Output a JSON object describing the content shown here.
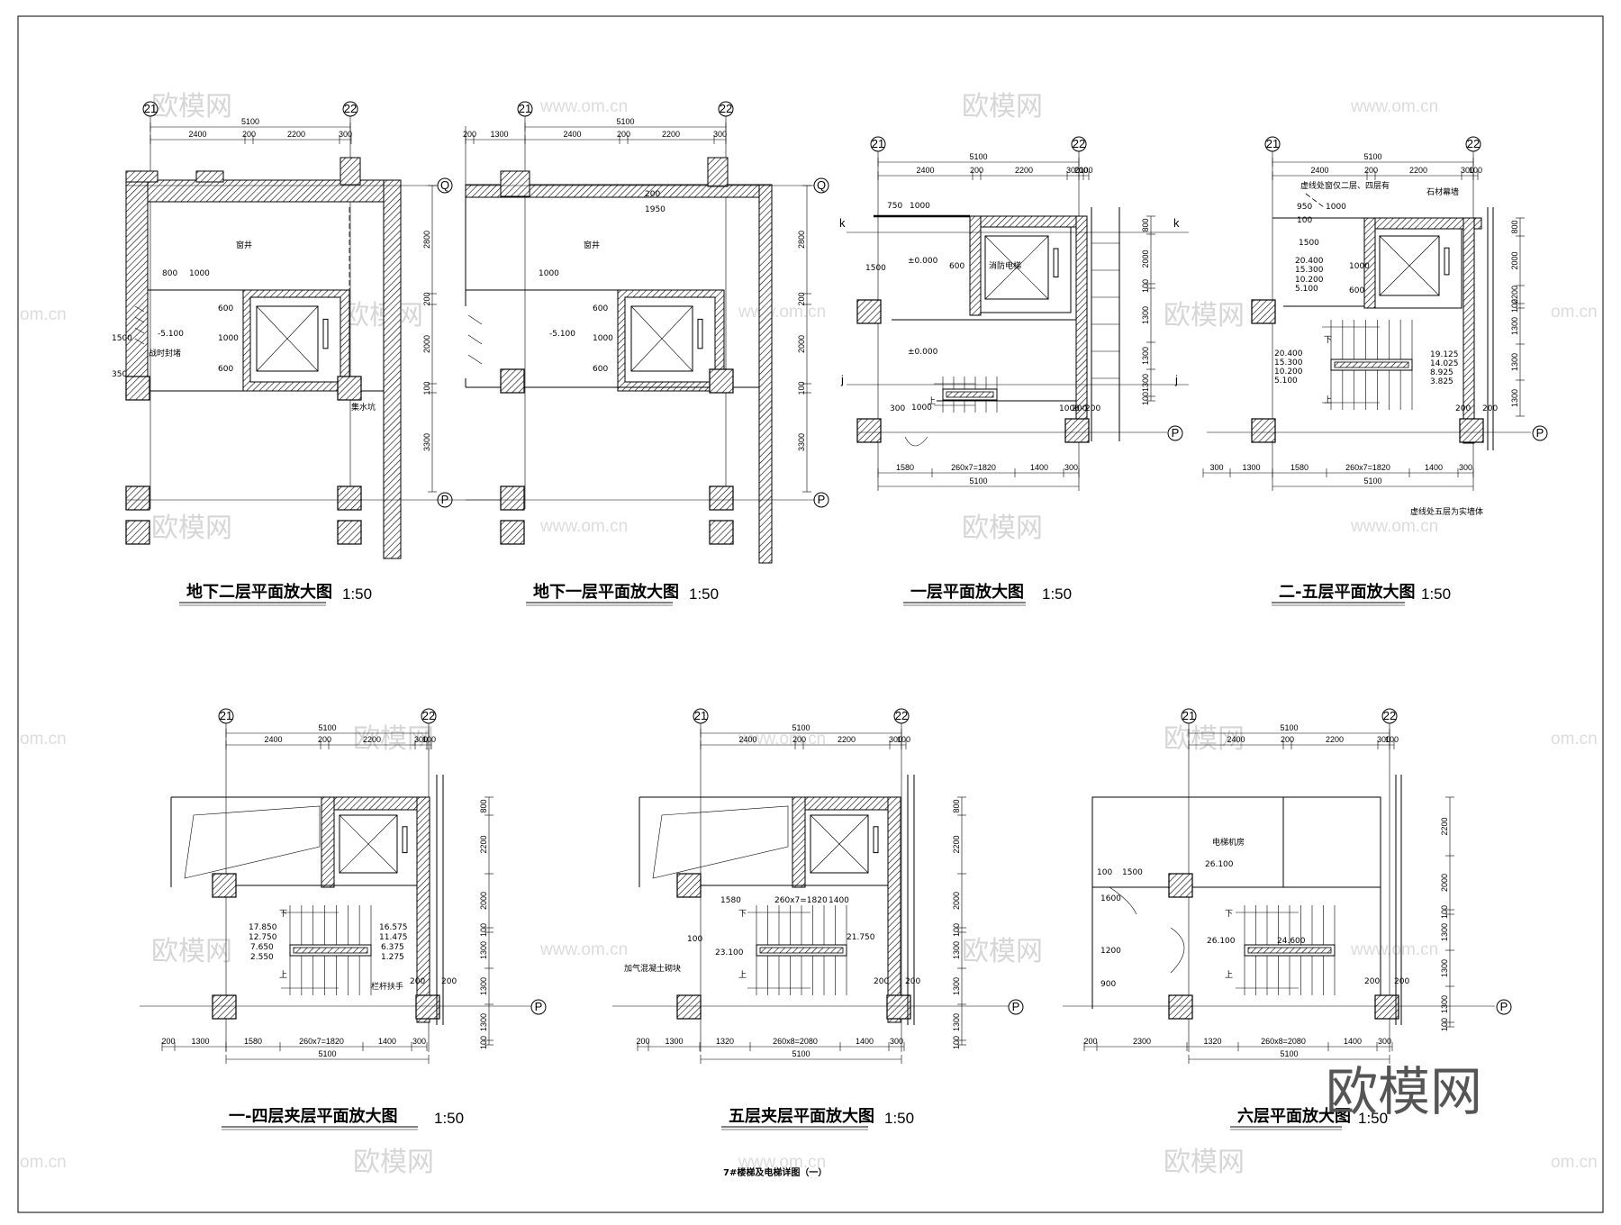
{
  "sheet_title": "7#楼梯及电梯详图（一）",
  "watermarks": {
    "text_cn": "欧模网",
    "text_url": "www.om.cn",
    "edge": "om.cn",
    "corner": "欧模网"
  },
  "plans": [
    {
      "id": "b2",
      "title": "地下二层平面放大图",
      "scale": "1:50",
      "axis_left": "21",
      "axis_right": "22",
      "axis_top": "Q",
      "axis_bottom": "P",
      "dims_top": [
        "5100",
        "2400",
        "200",
        "2200",
        "300"
      ],
      "dims_right": [
        "2800",
        "200",
        "2000",
        "100",
        "3300"
      ],
      "labels": [
        "窗井",
        "战时封堵",
        "集水坑",
        "800",
        "1000",
        "-5.100",
        "600",
        "1000",
        "600",
        "1500",
        "350"
      ]
    },
    {
      "id": "b1",
      "title": "地下一层平面放大图",
      "scale": "1:50",
      "axis_left": "21",
      "axis_right": "22",
      "axis_top": "Q",
      "axis_bottom": "P",
      "dims_top": [
        "5100",
        "200",
        "1300",
        "2400",
        "200",
        "2200",
        "300"
      ],
      "dims_right": [
        "2800",
        "200",
        "2000",
        "100",
        "3300"
      ],
      "labels": [
        "窗井",
        "1000",
        "-5.100",
        "600",
        "1000",
        "600",
        "200",
        "1950"
      ]
    },
    {
      "id": "f1",
      "title": "一层平面放大图",
      "scale": "1:50",
      "axis_left": "21",
      "axis_right": "22",
      "axis_top": "k",
      "axis_bottom": "P",
      "axis_mid": "j",
      "dims_top": [
        "5100",
        "2400",
        "200",
        "2200",
        "300",
        "200",
        "100"
      ],
      "dims_bottom": [
        "1580",
        "260x7=1820",
        "1400",
        "300",
        "5100"
      ],
      "dims_right": [
        "800",
        "2000",
        "100",
        "1300",
        "1300",
        "1300",
        "100"
      ],
      "labels": [
        "消防电梯",
        "±0.000",
        "±0.000",
        "上",
        "750",
        "1000",
        "1500",
        "1000",
        "600",
        "300",
        "1000",
        "200",
        "200",
        "200"
      ]
    },
    {
      "id": "f2_5",
      "title": "二-五层平面放大图",
      "scale": "1:50",
      "axis_left": "21",
      "axis_right": "22",
      "axis_bottom": "P",
      "dims_top": [
        "5100",
        "2400",
        "200",
        "2200",
        "300",
        "100"
      ],
      "dims_bottom": [
        "300",
        "1300",
        "1580",
        "260x7=1820",
        "1400",
        "300",
        "5100"
      ],
      "dims_right": [
        "800",
        "2000",
        "2200",
        "100",
        "1300",
        "1300",
        "1300"
      ],
      "labels": [
        "虚线处窗仅二层、四层有",
        "石材幕墙",
        "虚线处五层为实墙体",
        "950",
        "1000",
        "100",
        "1500",
        "20.400",
        "15.300",
        "10.200",
        "5.100",
        "20.400",
        "15.300",
        "10.200",
        "5.100",
        "19.125",
        "14.025",
        "8.925",
        "3.825",
        "下",
        "上",
        "200",
        "200",
        "1000",
        "600"
      ]
    },
    {
      "id": "m1_4",
      "title": "一-四层夹层平面放大图",
      "scale": "1:50",
      "axis_left": "21",
      "axis_right": "22",
      "axis_bottom": "P",
      "dims_top": [
        "5100",
        "2400",
        "200",
        "2200",
        "300",
        "100"
      ],
      "dims_bottom": [
        "200",
        "1300",
        "1580",
        "260x7=1820",
        "1400",
        "300",
        "5100"
      ],
      "dims_right": [
        "800",
        "2200",
        "2000",
        "100",
        "1300",
        "1300",
        "1300",
        "100"
      ],
      "labels": [
        "17.850",
        "12.750",
        "7.650",
        "2.550",
        "16.575",
        "11.475",
        "6.375",
        "1.275",
        "下",
        "上",
        "栏杆扶手",
        "200",
        "200"
      ]
    },
    {
      "id": "m5",
      "title": "五层夹层平面放大图",
      "scale": "1:50",
      "axis_left": "21",
      "axis_right": "22",
      "axis_bottom": "P",
      "dims_top": [
        "5100",
        "2400",
        "200",
        "2200",
        "300",
        "100"
      ],
      "dims_bottom": [
        "200",
        "1300",
        "1320",
        "260x8=2080",
        "1400",
        "300",
        "5100"
      ],
      "dims_right": [
        "800",
        "2200",
        "2000",
        "100",
        "1300",
        "1300",
        "1300",
        "100"
      ],
      "labels": [
        "1580",
        "260x7=1820",
        "1400",
        "23.100",
        "21.750",
        "加气混凝土砌块",
        "下",
        "上",
        "100",
        "200",
        "200"
      ]
    },
    {
      "id": "f6",
      "title": "六层平面放大图",
      "scale": "1:50",
      "axis_left": "21",
      "axis_right": "22",
      "axis_bottom": "P",
      "dims_top": [
        "5100",
        "2400",
        "200",
        "2200",
        "300",
        "100"
      ],
      "dims_bottom": [
        "200",
        "2300",
        "1320",
        "260x8=2080",
        "1400",
        "300",
        "5100"
      ],
      "dims_right": [
        "2200",
        "2000",
        "100",
        "1300",
        "1300",
        "1300",
        "100"
      ],
      "labels": [
        "电梯机房",
        "26.100",
        "26.100",
        "24.600",
        "100",
        "1500",
        "1600",
        "1200",
        "900",
        "下",
        "上",
        "200",
        "200"
      ]
    }
  ]
}
